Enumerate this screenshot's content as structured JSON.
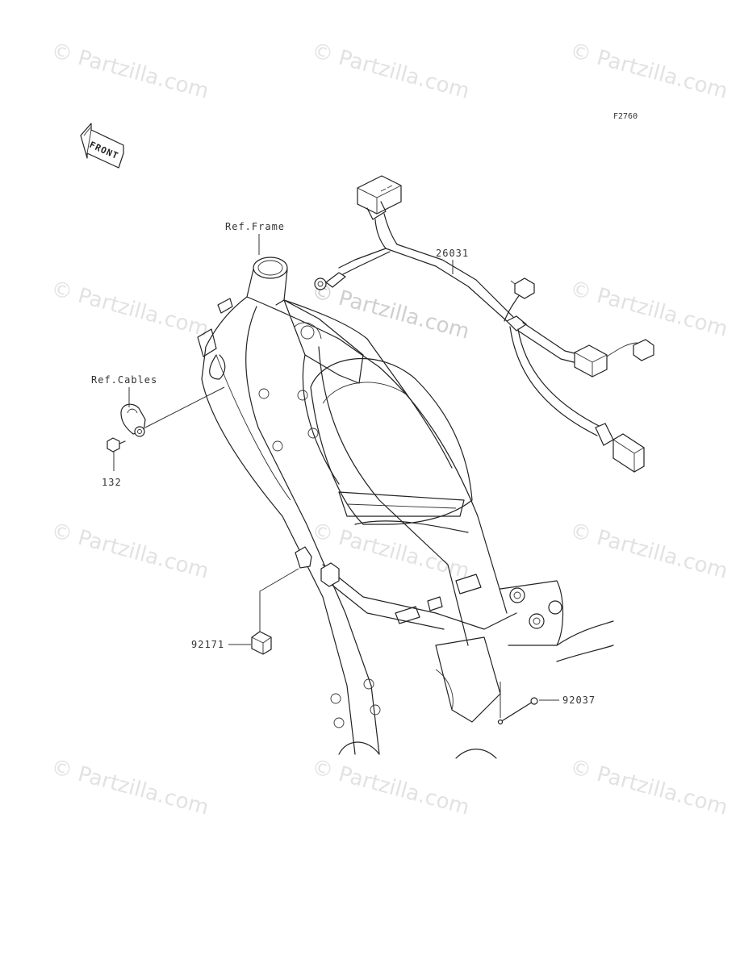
{
  "figure_code": "F2760",
  "front_arrow_label": "FRONT",
  "watermark_text": "© Partzilla.com",
  "center_watermark_text": "© Partzilla.com",
  "callouts": {
    "ref_frame": "Ref.Frame",
    "ref_cables": "Ref.Cables",
    "part_26031": "26031",
    "part_132": "132",
    "part_92171": "92171",
    "part_92037": "92037"
  },
  "colors": {
    "line": "#222222",
    "watermark": "#e2e2e2",
    "background": "#ffffff"
  }
}
